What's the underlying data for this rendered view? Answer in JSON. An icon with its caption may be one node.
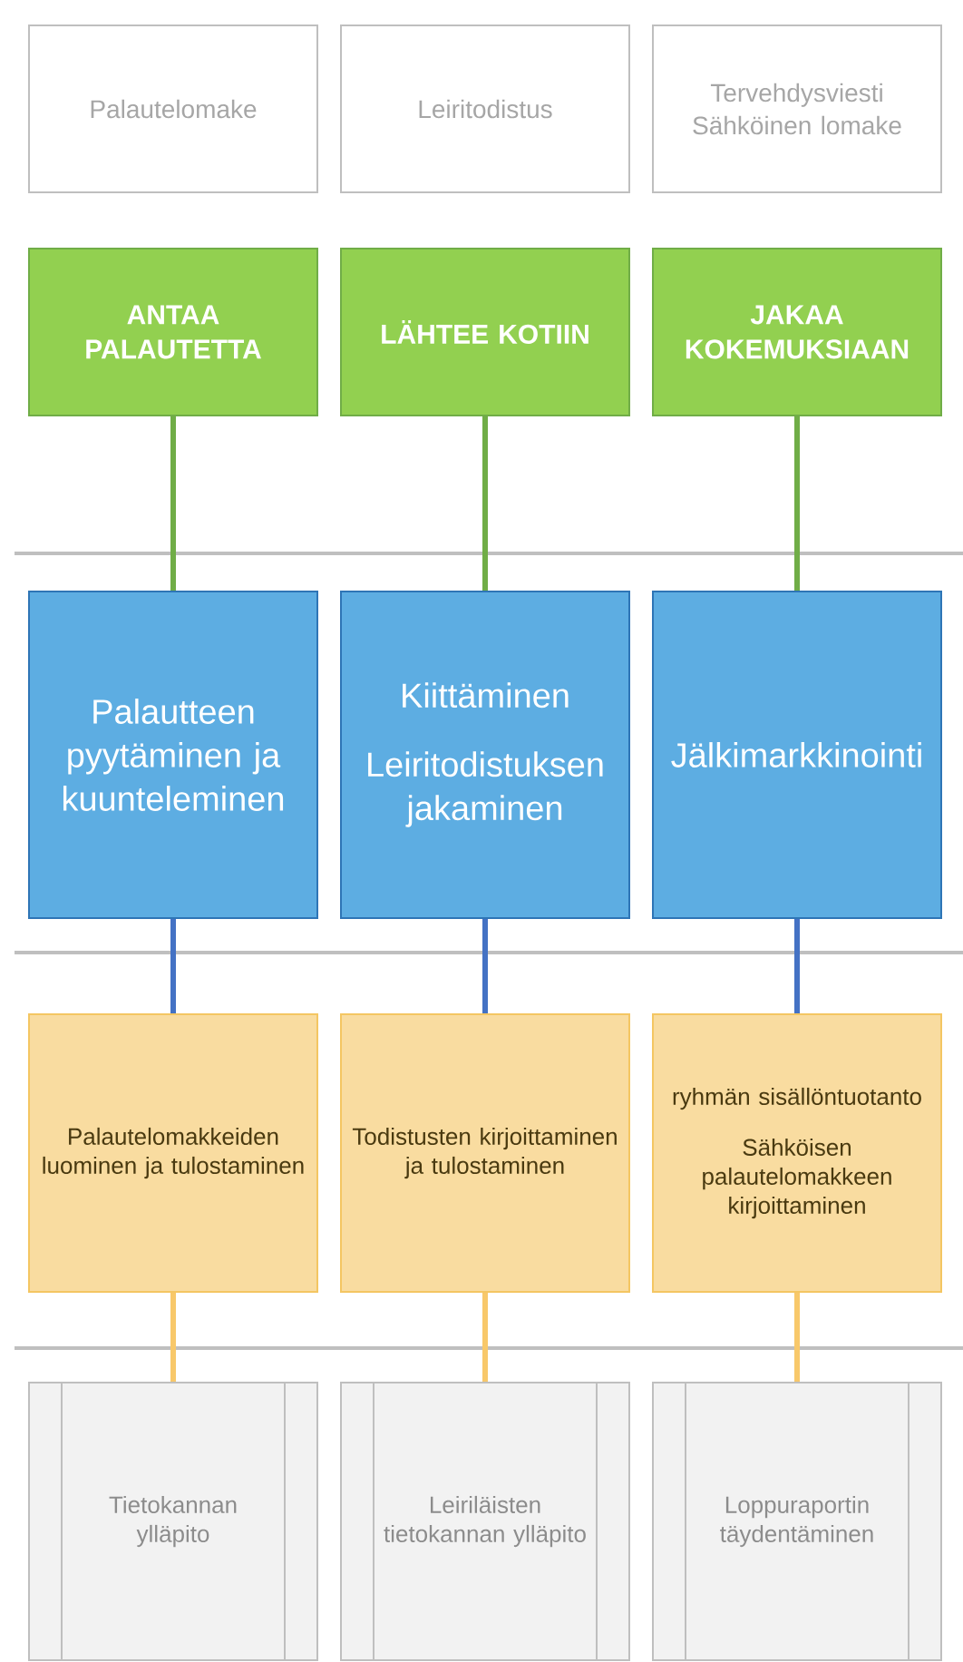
{
  "diagram": {
    "nodes": [
      {
        "text": [
          "Palautelomake"
        ]
      },
      {
        "text": [
          "Leiritodistus"
        ]
      },
      {
        "text": [
          "Tervehdysviesti",
          "Sähköinen lomake"
        ]
      },
      {
        "text": [
          "ANTAA PALAUTETTA"
        ]
      },
      {
        "text": [
          "LÄHTEE KOTIIN"
        ]
      },
      {
        "text": [
          "JAKAA KOKEMUKSIAAN"
        ]
      },
      {
        "text": [
          "Palautteen pyytäminen ja kuunteleminen"
        ]
      },
      {
        "text": [
          "Kiittäminen",
          "Leiritodistuksen jakaminen"
        ]
      },
      {
        "text": [
          "Jälkimarkkinointi"
        ]
      },
      {
        "text": [
          "Palautelomakkeiden luominen ja tulostaminen"
        ]
      },
      {
        "text": [
          "Todistusten kirjoittaminen ja tulostaminen"
        ]
      },
      {
        "text": [
          "ryhmän sisällöntuotanto",
          "Sähköisen palautelomakkeen kirjoittaminen"
        ]
      },
      {
        "text": [
          "Tietokannan ylläpito"
        ]
      },
      {
        "text": [
          "Leiriläisten tietokannan ylläpito"
        ]
      },
      {
        "text": [
          "Loppuraportin täydentäminen"
        ]
      }
    ],
    "edges": [
      {
        "from": 3,
        "to": 6,
        "arrow": "none",
        "color": "#70ad47"
      },
      {
        "from": 4,
        "to": 7,
        "arrow": "none",
        "color": "#70ad47"
      },
      {
        "from": 5,
        "to": 8,
        "arrow": "none",
        "color": "#70ad47"
      },
      {
        "from": 6,
        "to": 9,
        "arrow": "none",
        "color": "#4472c4"
      },
      {
        "from": 7,
        "to": 10,
        "arrow": "none",
        "color": "#4472c4"
      },
      {
        "from": 8,
        "to": 11,
        "arrow": "none",
        "color": "#4472c4"
      },
      {
        "from": 9,
        "to": 12,
        "arrow": "none",
        "color": "#f8c86a"
      },
      {
        "from": 10,
        "to": 13,
        "arrow": "none",
        "color": "#f8c86a"
      },
      {
        "from": 11,
        "to": 14,
        "arrow": "none",
        "color": "#f8c86a"
      }
    ]
  }
}
